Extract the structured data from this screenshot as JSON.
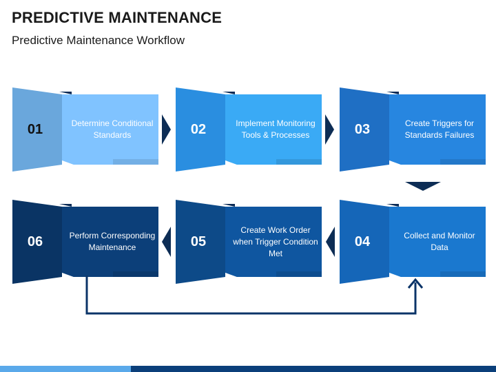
{
  "header": {
    "title": "PREDICTIVE MAINTENANCE",
    "subtitle": "Predictive Maintenance Workflow"
  },
  "steps": [
    {
      "number": "01",
      "label": "Determine Conditional Standards",
      "num_color": "#6aa7dc",
      "text_color": "#80c3ff",
      "num_text_color": "#111111"
    },
    {
      "number": "02",
      "label": "Implement Monitoring Tools & Processes",
      "num_color": "#2a8ee0",
      "text_color": "#3aaaf5",
      "num_text_color": "#ffffff"
    },
    {
      "number": "03",
      "label": "Create Triggers for Standards Failures",
      "num_color": "#1f6fc4",
      "text_color": "#2786e0",
      "num_text_color": "#ffffff"
    },
    {
      "number": "04",
      "label": "Collect and Monitor Data",
      "num_color": "#1566b8",
      "text_color": "#1a78cf",
      "num_text_color": "#ffffff"
    },
    {
      "number": "05",
      "label": "Create Work Order when Trigger Condition Met",
      "num_color": "#0d4a88",
      "text_color": "#0f56a0",
      "num_text_color": "#ffffff"
    },
    {
      "number": "06",
      "label": "Perform Corresponding Maintenance",
      "num_color": "#0a3464",
      "text_color": "#0c3f79",
      "num_text_color": "#ffffff"
    }
  ],
  "colors": {
    "arrow": "#0d2d55",
    "connector": "#0b3468",
    "bar_light": "#5aa9ea",
    "bar_dark": "#0b3f7a"
  }
}
